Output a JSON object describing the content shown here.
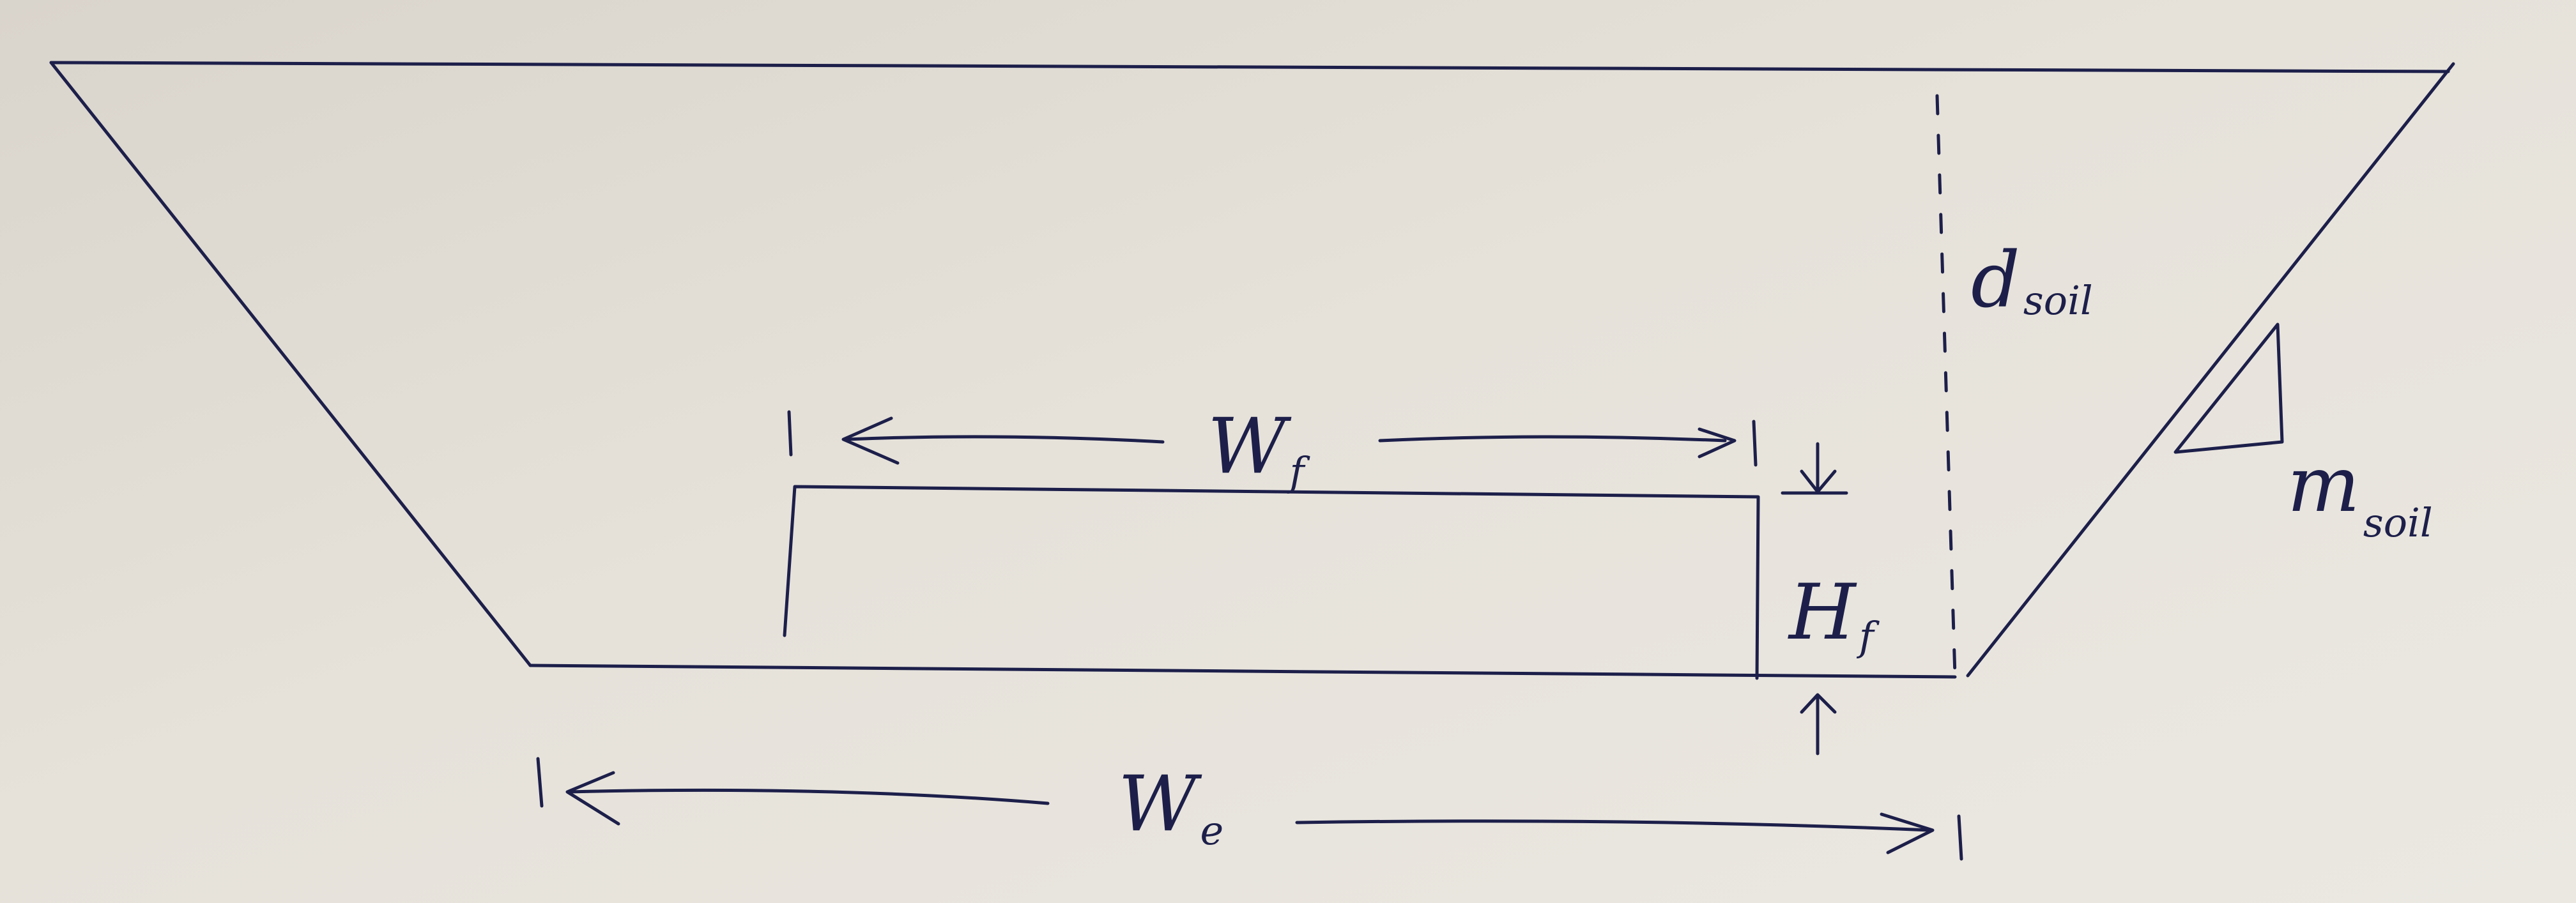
{
  "diagram": {
    "ink_color": "#1d1f4a",
    "paper_color": "#e3dfd7",
    "labels": {
      "footing_width": {
        "main": "W",
        "sub": "f"
      },
      "footing_height": {
        "main": "H",
        "sub": "f"
      },
      "excavation_width": {
        "main": "W",
        "sub": "e"
      },
      "soil_depth": {
        "main": "d",
        "sub": "soil"
      },
      "soil_slope": {
        "main": "m",
        "sub": "soil"
      }
    }
  }
}
